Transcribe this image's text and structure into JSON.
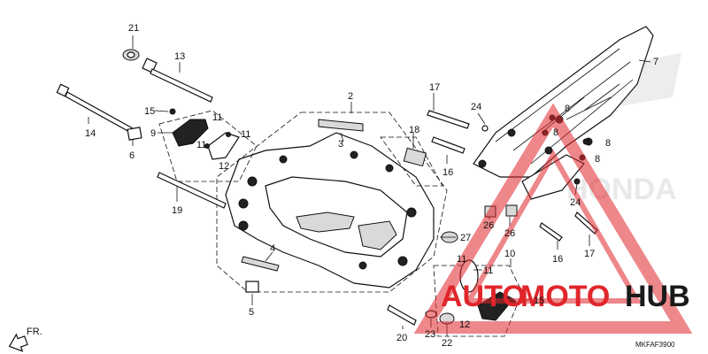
{
  "diagram": {
    "code": "MKFAF3900",
    "front_marker": "FR.",
    "watermark": {
      "brand_part1": "AUTO",
      "brand_part2": "MOTO",
      "brand_part3": "HUB",
      "brand_color_red": "#e0262b",
      "brand_color_dark": "#1a1a1a",
      "background_word": "HONDA"
    },
    "callouts": [
      "21",
      "13",
      "2",
      "17",
      "7",
      "24",
      "15",
      "11",
      "11",
      "14",
      "3",
      "9",
      "8",
      "8",
      "8",
      "6",
      "11",
      "18",
      "12",
      "16",
      "8",
      "19",
      "24",
      "26",
      "26",
      "4",
      "27",
      "17",
      "16",
      "11",
      "11",
      "10",
      "15",
      "5",
      "20",
      "23",
      "22",
      "12"
    ]
  }
}
